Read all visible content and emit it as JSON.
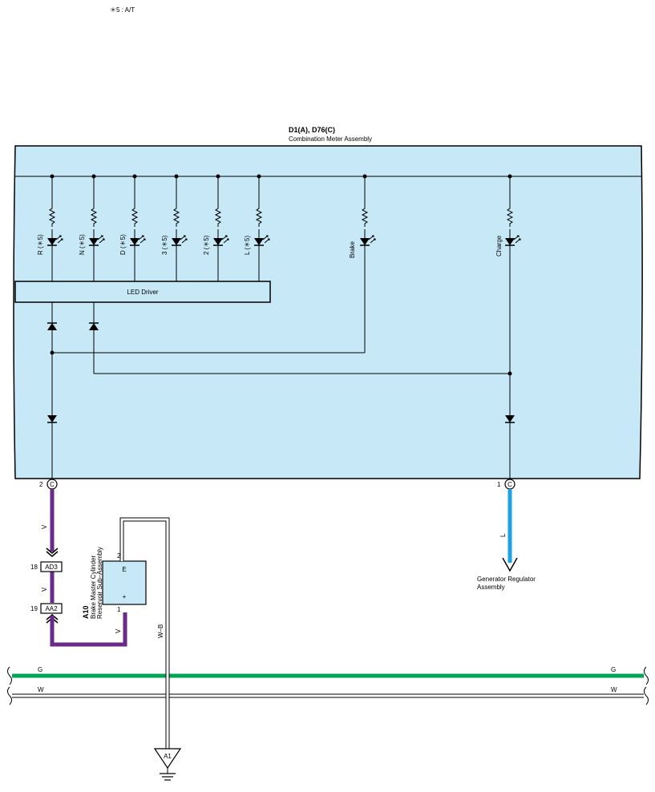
{
  "note": "＊5 : A/T",
  "meter": {
    "connector_ids": "D1(A), D76(C)",
    "name": "Combination Meter Assembly",
    "led_driver_label": "LED Driver",
    "indicators": [
      "R (＊5)",
      "N (＊5)",
      "D (＊5)",
      "3 (＊5)",
      "2 (＊5)",
      "L (＊5)",
      "Brake",
      "Charge"
    ],
    "fill_color": "#c7e9f7"
  },
  "pins": {
    "left_pin": "2",
    "right_pin": "1",
    "connector_letter": "C"
  },
  "connectors": {
    "ad3_label": "AD3",
    "ad3_pin": "18",
    "aa2_label": "AA2",
    "aa2_pin": "19"
  },
  "brake_reservoir": {
    "id": "A10",
    "name_line1": "Brake Master Cylinder",
    "name_line2": "Reservoir Sub–Assembly",
    "pin_e": "2",
    "pin_plus": "1",
    "terminal_e": "E",
    "terminal_plus": "+"
  },
  "wires": {
    "violet": "V",
    "light_blue": "L",
    "white_black": "W–B",
    "green": "G",
    "white": "W",
    "violet_color": "#6a2a8a",
    "blue_color": "#1aa3e0",
    "green_color": "#00a651"
  },
  "generator": {
    "line1": "Generator Regulator",
    "line2": "Assembly"
  },
  "ground": {
    "label": "A1"
  }
}
